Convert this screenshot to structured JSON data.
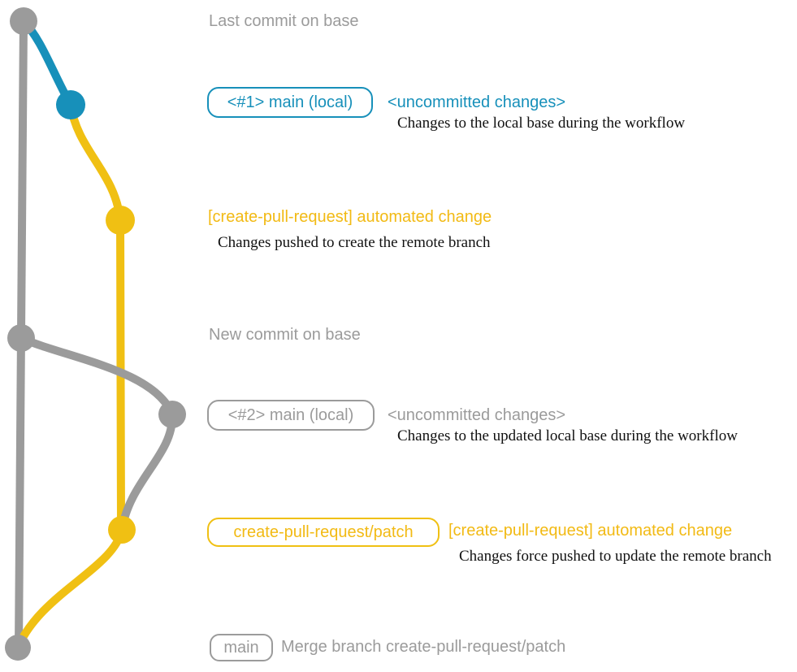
{
  "colors": {
    "gray": "#9b9b9b",
    "blue": "#1790ba",
    "yellow": "#f0c013",
    "yellow_text": "#f2ba14",
    "description_text": "#111111",
    "background": "#ffffff"
  },
  "graph": {
    "type": "git-branch-diagram",
    "branches": [
      {
        "name": "base",
        "color": "gray"
      },
      {
        "name": "main (local) first run",
        "color": "blue"
      },
      {
        "name": "create-pull-request/patch",
        "color": "yellow"
      },
      {
        "name": "main (local) second run",
        "color": "gray"
      }
    ],
    "commits": [
      {
        "name": "last-commit-on-base",
        "color": "gray"
      },
      {
        "name": "uncommitted-changes-1",
        "color": "blue"
      },
      {
        "name": "automated-change-1",
        "color": "yellow"
      },
      {
        "name": "new-commit-on-base",
        "color": "gray"
      },
      {
        "name": "uncommitted-changes-2",
        "color": "gray"
      },
      {
        "name": "automated-change-2",
        "color": "yellow"
      },
      {
        "name": "merge-commit",
        "color": "gray"
      }
    ]
  },
  "annotations": {
    "last_commit_label": "Last commit on base",
    "section1": {
      "badge": "<#1> main (local)",
      "status": "<uncommitted changes>",
      "description": "Changes to the local base during the workflow"
    },
    "section2": {
      "label": "[create-pull-request] automated change",
      "description": "Changes pushed to create the remote branch"
    },
    "new_commit_label": "New commit on base",
    "section3": {
      "badge": "<#2> main (local)",
      "status": "<uncommitted changes>",
      "description": "Changes to the updated local base during the workflow"
    },
    "section4": {
      "badge": "create-pull-request/patch",
      "label": "[create-pull-request] automated change",
      "description": "Changes force pushed to update the remote branch"
    },
    "section5": {
      "badge": "main",
      "message": "Merge branch create-pull-request/patch"
    }
  }
}
